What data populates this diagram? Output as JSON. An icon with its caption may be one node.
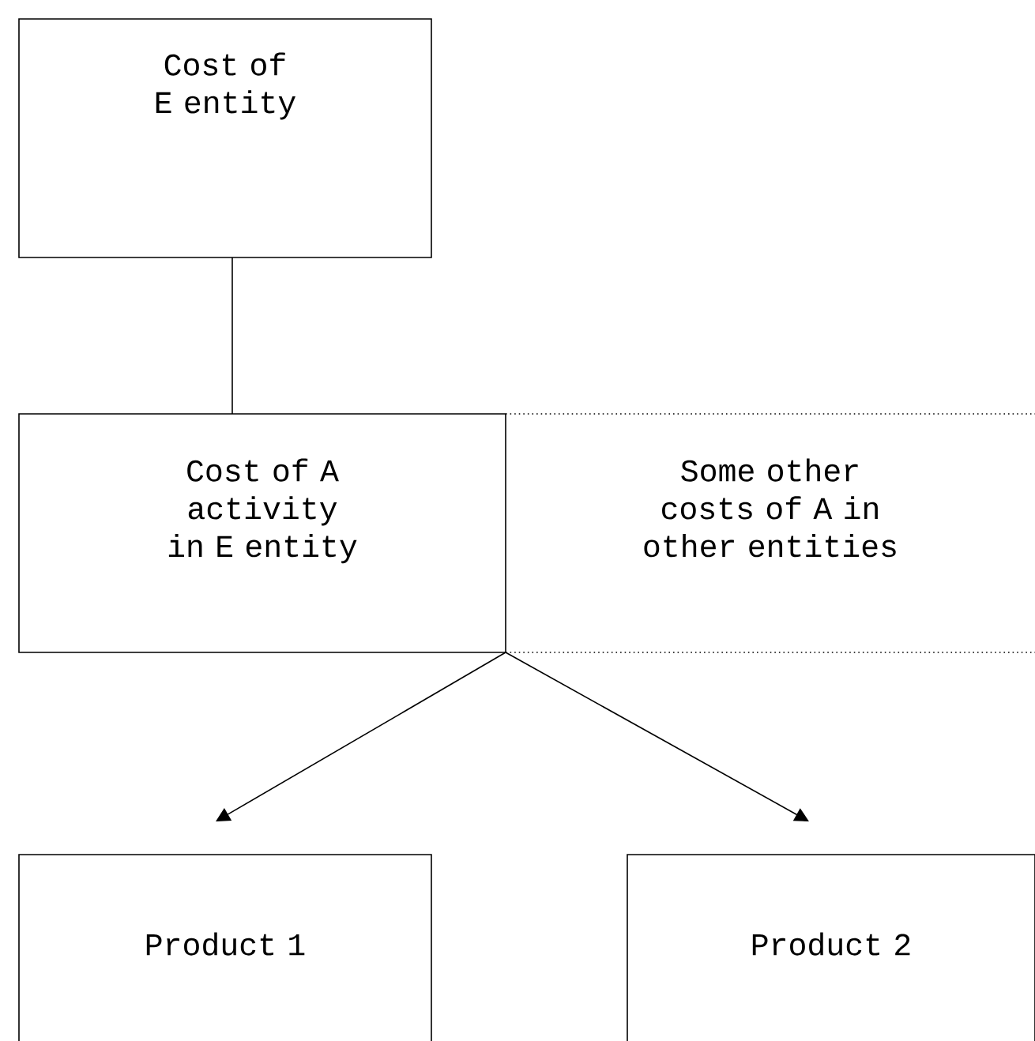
{
  "diagram": {
    "nodes": [
      {
        "text": [
          "Cost of E entity"
        ]
      },
      {
        "text": [
          "Cost of A activity in E entity"
        ]
      },
      {
        "text": [
          "Some other costs of A in other entities"
        ]
      },
      {
        "text": [
          "Product 1"
        ]
      },
      {
        "text": [
          "Product 2"
        ]
      }
    ],
    "edges": [
      {
        "from": 0,
        "to": 1,
        "arrow": "none"
      },
      {
        "from": 1,
        "to": 3,
        "arrow": "to"
      },
      {
        "from": 1,
        "to": 4,
        "arrow": "to"
      }
    ]
  }
}
